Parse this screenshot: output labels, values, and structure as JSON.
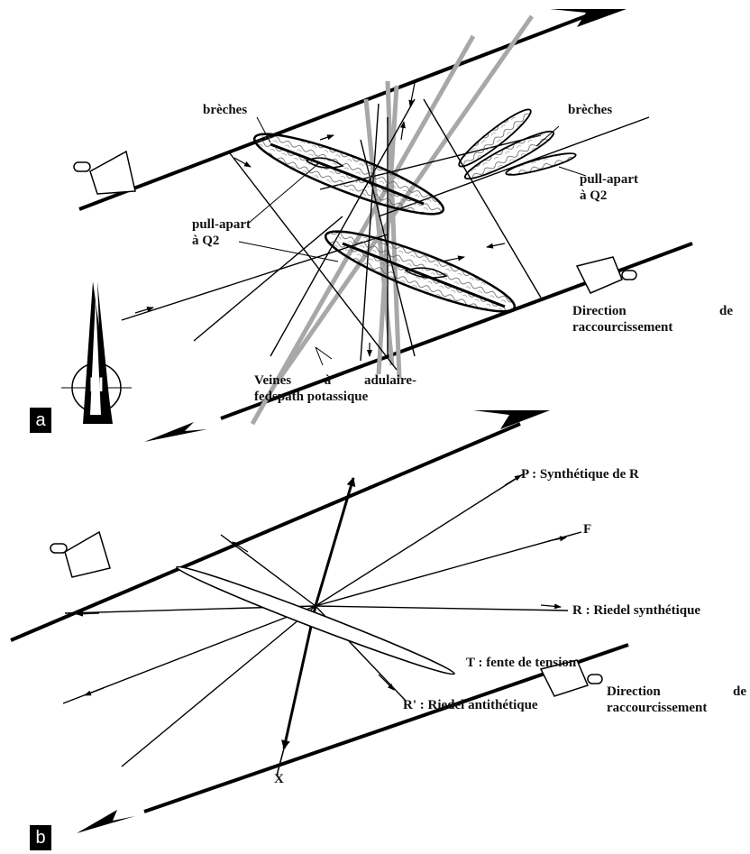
{
  "panel_a": {
    "tag": "a",
    "breches_left": "brèches",
    "breches_right": "brèches",
    "pull_apart_left_1": "pull-apart",
    "pull_apart_left_2": "à Q2",
    "pull_apart_right_1": "pull-apart",
    "pull_apart_right_2": "à Q2",
    "direction_word_1": "Direction",
    "direction_word_2": "de",
    "direction_line_2": "raccourcissement",
    "veines_word_1": "Veines",
    "veines_word_2": "à",
    "veines_word_3": "adulaire-",
    "veines_line_2": "fedspath potassique",
    "compass_letter": "N"
  },
  "panel_b": {
    "tag": "b",
    "p_label": "P : Synthétique de R",
    "f_label": "F",
    "r_label": "R  : Riedel synthétique",
    "t_label": "T : fente de tension",
    "rprime_label": "R' : Riedel antithétique",
    "x_label": "X",
    "direction_word_1": "Direction",
    "direction_word_2": "de",
    "direction_line_2": "raccourcissement"
  },
  "colors": {
    "ink": "#000000",
    "vein_gray": "#a8a8a8",
    "paper": "#ffffff"
  }
}
